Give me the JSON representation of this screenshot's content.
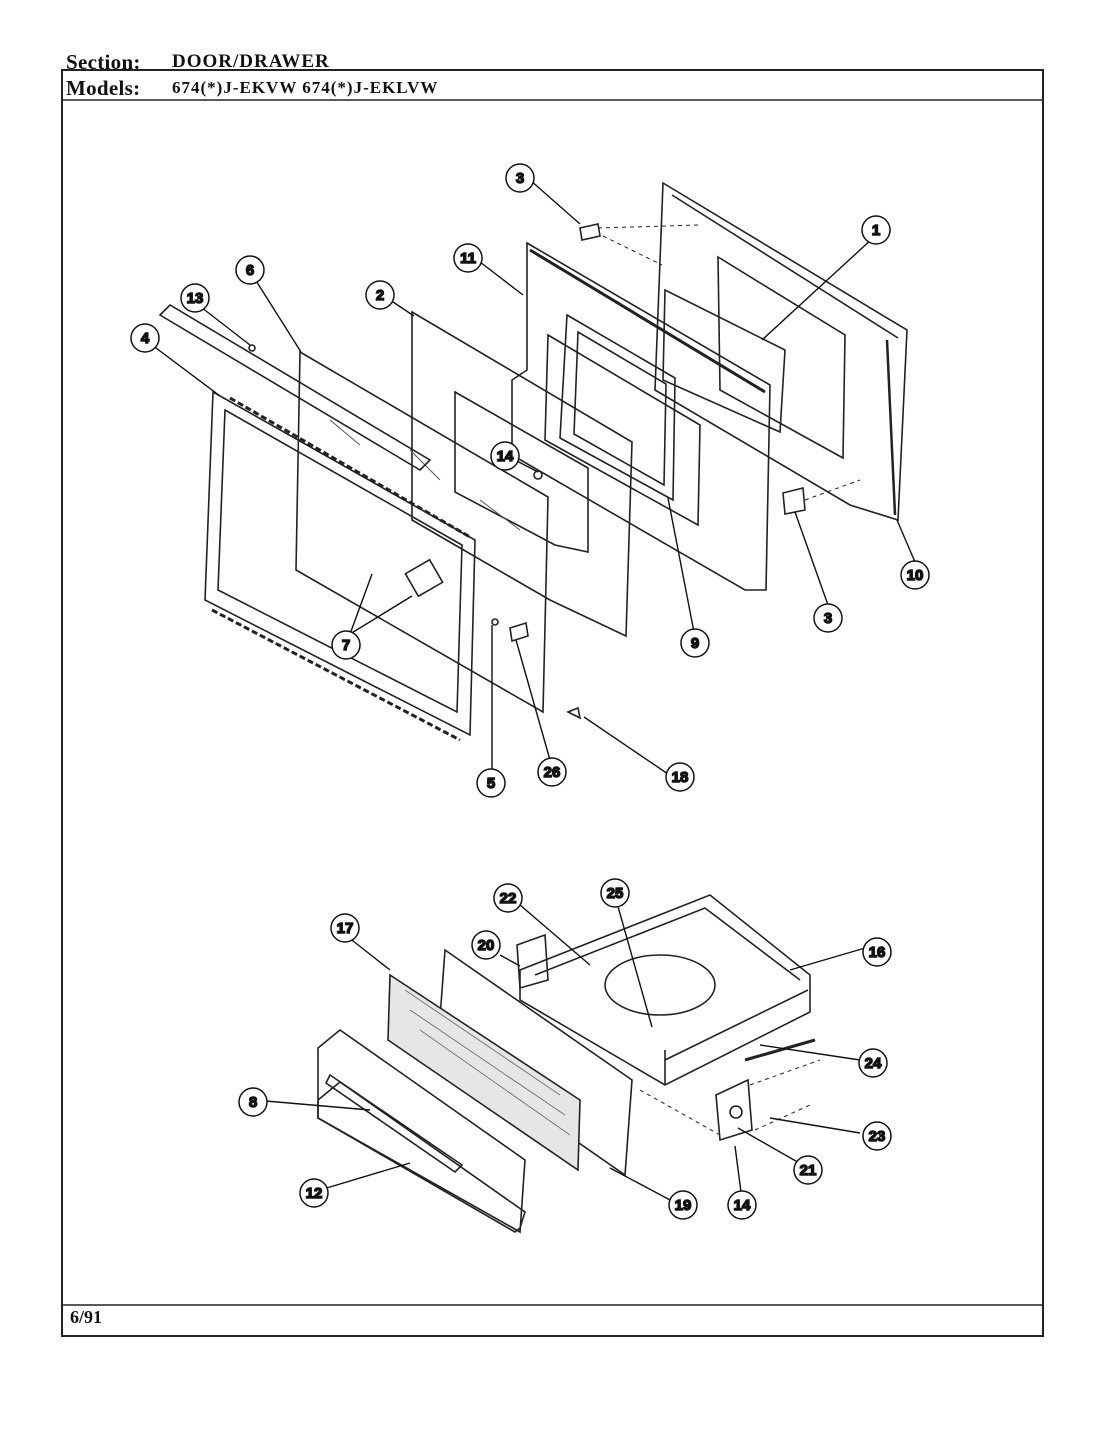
{
  "header": {
    "section_label": "Section:",
    "section_value": "DOOR/DRAWER",
    "models_label": "Models:",
    "models_value": "674(*)J-EKVW   674(*)J-EKLVW"
  },
  "footer": {
    "date": "6/91"
  },
  "callouts": {
    "c1": "1",
    "c2": "2",
    "c3a": "3",
    "c3b": "3",
    "c4": "4",
    "c5": "5",
    "c6": "6",
    "c7": "7",
    "c8": "8",
    "c9": "9",
    "c10": "10",
    "c11": "11",
    "c12": "12",
    "c13": "13",
    "c14a": "14",
    "c14b": "14",
    "c16": "16",
    "c17": "17",
    "c18": "18",
    "c19": "19",
    "c20": "20",
    "c21": "21",
    "c22": "22",
    "c23": "23",
    "c24": "24",
    "c25": "25",
    "c26": "26"
  }
}
